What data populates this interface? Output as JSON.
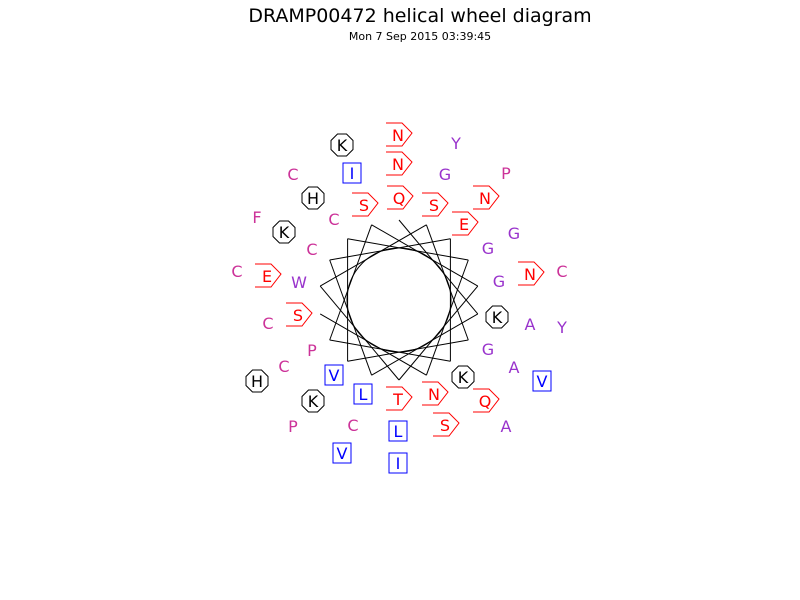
{
  "title": "DRAMP00472 helical wheel diagram",
  "timestamp": "Mon  7 Sep 2015 03:39:45",
  "colors": {
    "hydrophobic": "#0000ff",
    "polar": "#ff0000",
    "basic": "#000000",
    "other": "#9933cc",
    "neutral": "#cc3399"
  },
  "residues": [
    {
      "letter": "N",
      "shape": "pentagon",
      "color": "#ff0000"
    },
    {
      "letter": "Y",
      "shape": "none",
      "color": "#9933cc"
    },
    {
      "letter": "K",
      "shape": "octagon",
      "color": "#000000"
    },
    {
      "letter": "N",
      "shape": "pentagon",
      "color": "#ff0000"
    },
    {
      "letter": "I",
      "shape": "square",
      "color": "#0000ff"
    },
    {
      "letter": "G",
      "shape": "none",
      "color": "#9933cc"
    },
    {
      "letter": "P",
      "shape": "none",
      "color": "#cc3399"
    },
    {
      "letter": "C",
      "shape": "none",
      "color": "#cc3399"
    },
    {
      "letter": "H",
      "shape": "octagon",
      "color": "#000000"
    },
    {
      "letter": "S",
      "shape": "pentagon",
      "color": "#ff0000"
    },
    {
      "letter": "Q",
      "shape": "pentagon",
      "color": "#ff0000"
    },
    {
      "letter": "S",
      "shape": "pentagon",
      "color": "#ff0000"
    },
    {
      "letter": "N",
      "shape": "pentagon",
      "color": "#ff0000"
    },
    {
      "letter": "F",
      "shape": "none",
      "color": "#cc3399"
    },
    {
      "letter": "C",
      "shape": "none",
      "color": "#cc3399"
    },
    {
      "letter": "E",
      "shape": "pentagon",
      "color": "#ff0000"
    },
    {
      "letter": "K",
      "shape": "octagon",
      "color": "#000000"
    },
    {
      "letter": "G",
      "shape": "none",
      "color": "#9933cc"
    },
    {
      "letter": "G",
      "shape": "none",
      "color": "#9933cc"
    },
    {
      "letter": "C",
      "shape": "none",
      "color": "#cc3399"
    },
    {
      "letter": "C",
      "shape": "none",
      "color": "#cc3399"
    },
    {
      "letter": "E",
      "shape": "pentagon",
      "color": "#ff0000"
    },
    {
      "letter": "W",
      "shape": "none",
      "color": "#9933cc"
    },
    {
      "letter": "G",
      "shape": "none",
      "color": "#9933cc"
    },
    {
      "letter": "N",
      "shape": "pentagon",
      "color": "#ff0000"
    },
    {
      "letter": "C",
      "shape": "none",
      "color": "#cc3399"
    },
    {
      "letter": "S",
      "shape": "pentagon",
      "color": "#ff0000"
    },
    {
      "letter": "K",
      "shape": "octagon",
      "color": "#000000"
    },
    {
      "letter": "A",
      "shape": "none",
      "color": "#9933cc"
    },
    {
      "letter": "Y",
      "shape": "none",
      "color": "#9933cc"
    },
    {
      "letter": "C",
      "shape": "none",
      "color": "#cc3399"
    },
    {
      "letter": "P",
      "shape": "none",
      "color": "#cc3399"
    },
    {
      "letter": "G",
      "shape": "none",
      "color": "#9933cc"
    },
    {
      "letter": "H",
      "shape": "octagon",
      "color": "#000000"
    },
    {
      "letter": "C",
      "shape": "none",
      "color": "#cc3399"
    },
    {
      "letter": "V",
      "shape": "square",
      "color": "#0000ff"
    },
    {
      "letter": "A",
      "shape": "none",
      "color": "#9933cc"
    },
    {
      "letter": "V",
      "shape": "square",
      "color": "#0000ff"
    },
    {
      "letter": "K",
      "shape": "octagon",
      "color": "#000000"
    },
    {
      "letter": "L",
      "shape": "square",
      "color": "#0000ff"
    },
    {
      "letter": "T",
      "shape": "pentagon",
      "color": "#ff0000"
    },
    {
      "letter": "N",
      "shape": "pentagon",
      "color": "#ff0000"
    },
    {
      "letter": "K",
      "shape": "octagon",
      "color": "#000000"
    },
    {
      "letter": "Q",
      "shape": "pentagon",
      "color": "#ff0000"
    },
    {
      "letter": "A",
      "shape": "none",
      "color": "#9933cc"
    },
    {
      "letter": "P",
      "shape": "none",
      "color": "#cc3399"
    },
    {
      "letter": "C",
      "shape": "none",
      "color": "#cc3399"
    },
    {
      "letter": "L",
      "shape": "square",
      "color": "#0000ff"
    },
    {
      "letter": "S",
      "shape": "pentagon",
      "color": "#ff0000"
    },
    {
      "letter": "V",
      "shape": "square",
      "color": "#0000ff"
    },
    {
      "letter": "I",
      "shape": "square",
      "color": "#0000ff"
    }
  ]
}
